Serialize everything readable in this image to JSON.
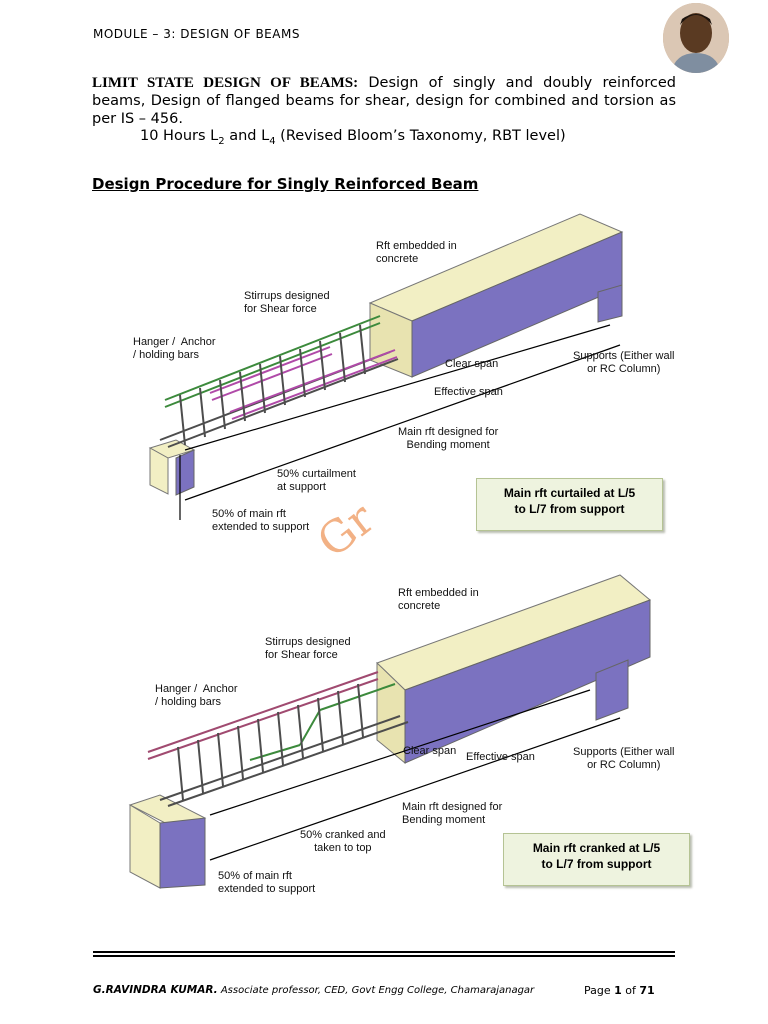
{
  "header": {
    "module": "MODULE – 3: DESIGN OF BEAMS"
  },
  "intro": {
    "title": "LIMIT STATE DESIGN OF BEAMS:",
    "text": " Design of singly and doubly reinforced beams, Design of flanged beams for shear, design for combined and torsion as per IS – 456.",
    "hours_prefix": "10 Hours L",
    "sub1": "2",
    "hours_mid": " and L",
    "sub2": "4",
    "hours_suffix": " (Revised Bloom’s Taxonomy, RBT  level)"
  },
  "section_heading": "Design Procedure for Singly Reinforced Beam",
  "figure1": {
    "labels": {
      "embedded": "Rft embedded in\nconcrete",
      "stirrups": "Stirrups designed\nfor Shear force",
      "hanger": "Hanger /  Anchor\n/ holding bars",
      "clear_span": "Clear span",
      "effective_span": "Effective span",
      "supports": "Supports (Either wall\nor RC Column)",
      "main_rft": "Main rft designed for\nBending moment",
      "curtailment": "50% curtailment\nat support",
      "extended": "50% of main rft\nextended to support"
    },
    "note": "Main rft curtailed at L/5\nto L/7 from support"
  },
  "watermark": "Gr",
  "figure2": {
    "labels": {
      "embedded": "Rft embedded in\nconcrete",
      "stirrups": "Stirrups designed\nfor Shear force",
      "hanger": "Hanger /  Anchor\n/ holding bars",
      "clear_span": "Clear span",
      "effective_span": "Effective span",
      "supports": "Supports (Either wall\nor RC Column)",
      "main_rft": "Main rft designed for\nBending moment",
      "cranked": "50% cranked and\ntaken to top",
      "extended": "50% of main rft\nextended to support"
    },
    "note": "Main rft cranked at L/5\nto L/7 from support"
  },
  "footer": {
    "name": "G.RAVINDRA KUMAR.",
    "affiliation": " Associate professor, CED, Govt Engg College, Chamarajanagar",
    "page_prefix": "Page ",
    "page_num": "1",
    "page_mid": " of ",
    "page_total": "71"
  },
  "colors": {
    "beam_top": "#f2efc4",
    "beam_side": "#7b72c0",
    "watermark": "#f0a470"
  }
}
